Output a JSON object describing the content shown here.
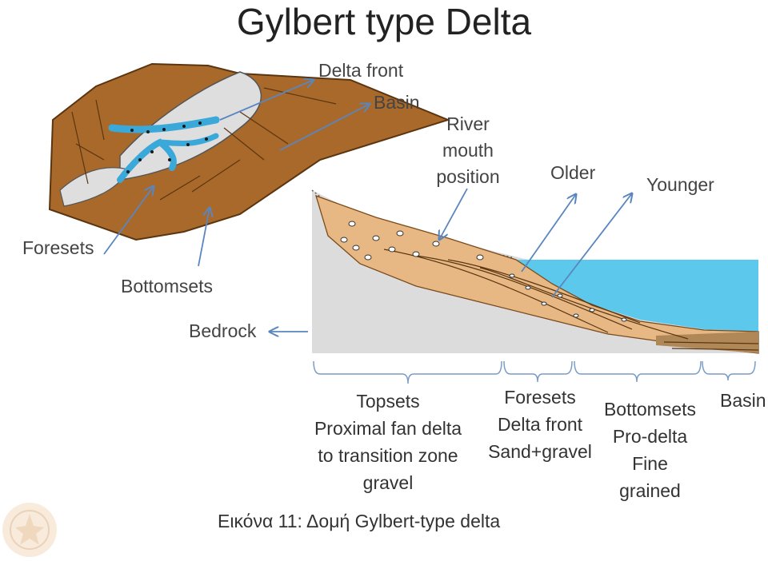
{
  "title": "Gylbert type Delta",
  "labels": {
    "delta_front": "Delta front",
    "basin": "Basin",
    "river_mouth": [
      "River",
      "mouth",
      "position"
    ],
    "older": "Older",
    "younger": "Younger",
    "foresets": "Foresets",
    "bottomsets": "Bottomsets",
    "bedrock": "Bedrock"
  },
  "zones": {
    "topsets": [
      "Topsets",
      "Proximal fan delta",
      "to transition zone",
      "gravel"
    ],
    "foresets": [
      "Foresets",
      "Delta front",
      "Sand+gravel"
    ],
    "bottomsets": [
      "Bottomsets",
      "Pro-delta",
      "Fine",
      "grained"
    ],
    "basin": "Basin"
  },
  "caption": "Εικόνα 11: Δομή Gylbert-type delta",
  "colors": {
    "sediment": "#e8b884",
    "terrain": "#a8692a",
    "terrain_dark": "#7a4a1a",
    "water": "#5bc8ec",
    "river": "#3aa8d8",
    "bedrock_gray": "#dcdcdc",
    "arrow": "#5a86c0",
    "basin_floor": "#b08858"
  },
  "icons": [
    "university-seal-icon"
  ]
}
